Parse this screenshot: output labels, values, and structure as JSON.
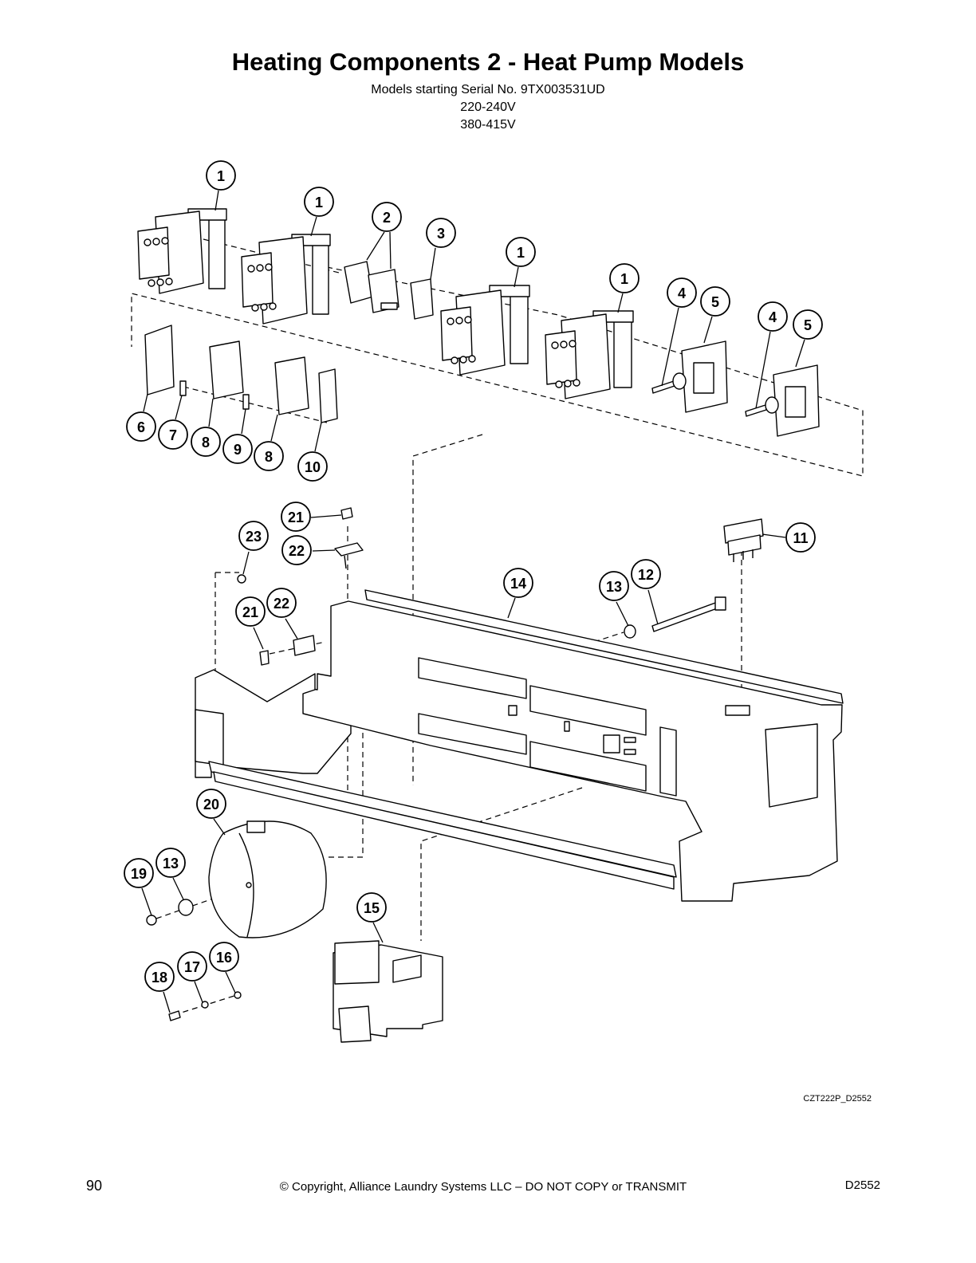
{
  "header": {
    "title": "Heating Components 2 - Heat Pump Models",
    "subtitle_lines": [
      "Models starting Serial No. 9TX003531UD",
      "220-240V",
      "380-415V"
    ]
  },
  "callouts": [
    {
      "label": "1"
    },
    {
      "label": "1"
    },
    {
      "label": "2"
    },
    {
      "label": "3"
    },
    {
      "label": "1"
    },
    {
      "label": "1"
    },
    {
      "label": "4"
    },
    {
      "label": "5"
    },
    {
      "label": "4"
    },
    {
      "label": "5"
    },
    {
      "label": "6"
    },
    {
      "label": "7"
    },
    {
      "label": "8"
    },
    {
      "label": "9"
    },
    {
      "label": "8"
    },
    {
      "label": "10"
    },
    {
      "label": "21"
    },
    {
      "label": "22"
    },
    {
      "label": "23"
    },
    {
      "label": "11"
    },
    {
      "label": "14"
    },
    {
      "label": "13"
    },
    {
      "label": "12"
    },
    {
      "label": "21"
    },
    {
      "label": "22"
    },
    {
      "label": "20"
    },
    {
      "label": "19"
    },
    {
      "label": "13"
    },
    {
      "label": "15"
    },
    {
      "label": "18"
    },
    {
      "label": "17"
    },
    {
      "label": "16"
    }
  ],
  "footer": {
    "drawing_code": "CZT222P_D2552",
    "page_number": "90",
    "copyright": "© Copyright, Alliance Laundry Systems LLC – DO NOT COPY or TRANSMIT",
    "doc_code": "D2552"
  }
}
